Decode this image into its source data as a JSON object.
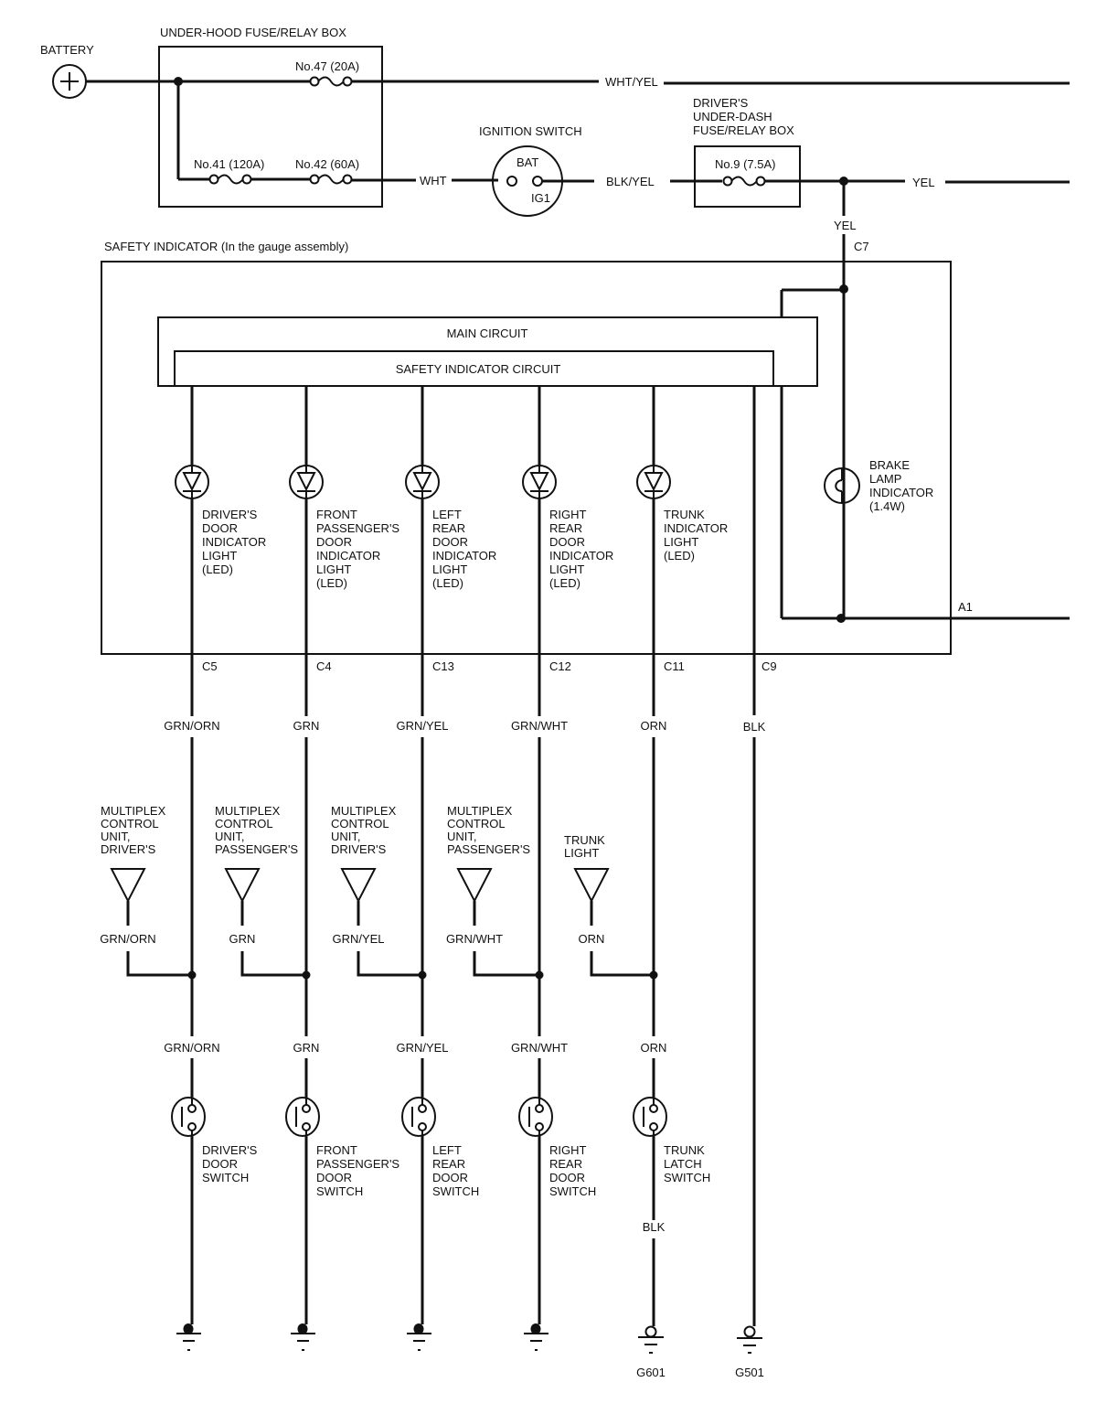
{
  "battery": {
    "label": "BATTERY"
  },
  "underhood_box": {
    "title": "UNDER-HOOD FUSE/RELAY BOX",
    "fuses": [
      {
        "label": "No.47 (20A)"
      },
      {
        "label": "No.41 (120A)"
      },
      {
        "label": "No.42 (60A)"
      }
    ]
  },
  "ignition_switch": {
    "title": "IGNITION SWITCH",
    "terminal_bat": "BAT",
    "terminal_ig1": "IG1"
  },
  "underdash_box": {
    "title_lines": [
      "DRIVER'S",
      "UNDER-DASH",
      "FUSE/RELAY BOX"
    ],
    "fuse": "No.9 (7.5A)"
  },
  "wires_top": {
    "wht_yel": "WHT/YEL",
    "wht": "WHT",
    "blk_yel": "BLK/YEL",
    "yel_right": "YEL",
    "yel_down": "YEL"
  },
  "safety_indicator": {
    "title": "SAFETY INDICATOR (In the gauge assembly)",
    "main_circuit": "MAIN CIRCUIT",
    "safety_circuit": "SAFETY INDICATOR CIRCUIT",
    "connector_c7": "C7",
    "connector_a1": "A1",
    "brake_lamp": {
      "lines": [
        "BRAKE",
        "LAMP",
        "INDICATOR",
        "(1.4W)"
      ]
    }
  },
  "channels": [
    {
      "led_lines": [
        "DRIVER'S",
        "DOOR",
        "INDICATOR",
        "LIGHT",
        "(LED)"
      ],
      "connector": "C5",
      "wire": "GRN/ORN",
      "source_lines": [
        "MULTIPLEX",
        "CONTROL",
        "UNIT,",
        "DRIVER'S"
      ],
      "source_wire": "GRN/ORN",
      "switch_wire": "GRN/ORN",
      "switch_lines": [
        "DRIVER'S",
        "DOOR",
        "SWITCH"
      ]
    },
    {
      "led_lines": [
        "FRONT",
        "PASSENGER'S",
        "DOOR",
        "INDICATOR",
        "LIGHT",
        "(LED)"
      ],
      "connector": "C4",
      "wire": "GRN",
      "source_lines": [
        "MULTIPLEX",
        "CONTROL",
        "UNIT,",
        "PASSENGER'S"
      ],
      "source_wire": "GRN",
      "switch_wire": "GRN",
      "switch_lines": [
        "FRONT",
        "PASSENGER'S",
        "DOOR",
        "SWITCH"
      ]
    },
    {
      "led_lines": [
        "LEFT",
        "REAR",
        "DOOR",
        "INDICATOR",
        "LIGHT",
        "(LED)"
      ],
      "connector": "C13",
      "wire": "GRN/YEL",
      "source_lines": [
        "MULTIPLEX",
        "CONTROL",
        "UNIT,",
        "DRIVER'S"
      ],
      "source_wire": "GRN/YEL",
      "switch_wire": "GRN/YEL",
      "switch_lines": [
        "LEFT",
        "REAR",
        "DOOR",
        "SWITCH"
      ]
    },
    {
      "led_lines": [
        "RIGHT",
        "REAR",
        "DOOR",
        "INDICATOR",
        "LIGHT",
        "(LED)"
      ],
      "connector": "C12",
      "wire": "GRN/WHT",
      "source_lines": [
        "MULTIPLEX",
        "CONTROL",
        "UNIT,",
        "PASSENGER'S"
      ],
      "source_wire": "GRN/WHT",
      "switch_wire": "GRN/WHT",
      "switch_lines": [
        "RIGHT",
        "REAR",
        "DOOR",
        "SWITCH"
      ]
    },
    {
      "led_lines": [
        "TRUNK",
        "INDICATOR",
        "LIGHT",
        "(LED)"
      ],
      "connector": "C11",
      "wire": "ORN",
      "source_lines": [
        "TRUNK",
        "LIGHT"
      ],
      "source_wire": "ORN",
      "switch_wire": "ORN",
      "switch_lines": [
        "TRUNK",
        "LATCH",
        "SWITCH"
      ],
      "ground_wire": "BLK",
      "ground_label": "G601"
    }
  ],
  "c9": {
    "connector": "C9",
    "wire": "BLK",
    "ground_label": "G501"
  }
}
